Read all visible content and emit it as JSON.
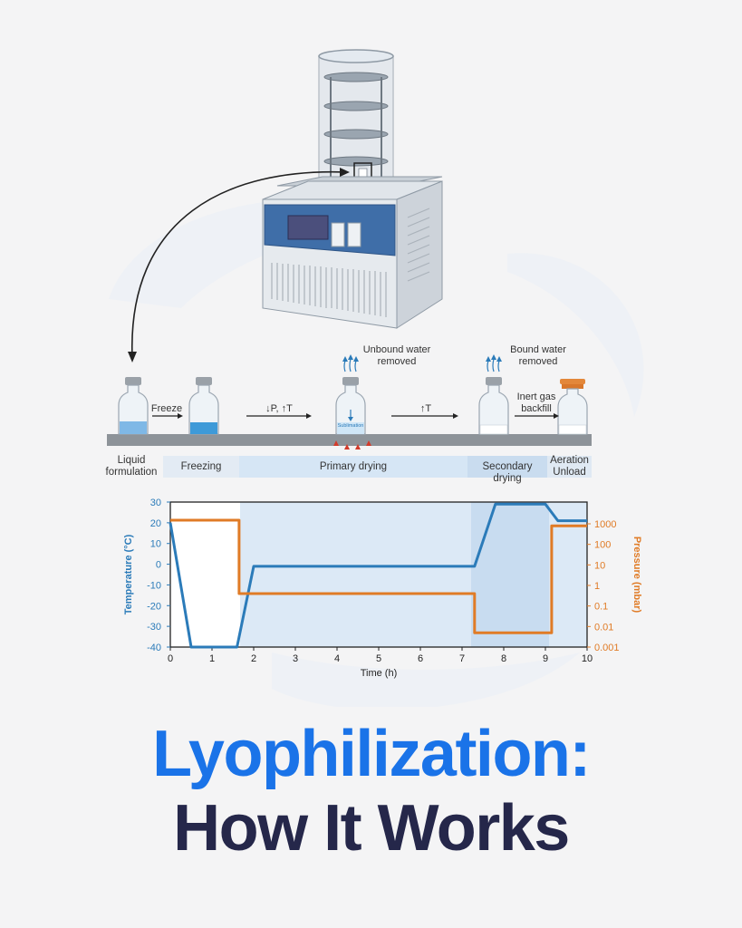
{
  "title": {
    "line1": "Lyophilization:",
    "line2": "How It Works"
  },
  "steps": {
    "freeze_arrow": "Freeze",
    "primary_arrow": "↓P, ↑T",
    "secondary_arrow": "↑T",
    "unbound_note": [
      "Unbound water",
      "removed"
    ],
    "bound_note": [
      "Bound water",
      "removed"
    ],
    "gas_note": [
      "Inert gas",
      "backfill"
    ],
    "sublimation": "Sublimation"
  },
  "phases": {
    "liquid": [
      "Liquid",
      "formulation"
    ],
    "freezing": "Freezing",
    "primary": "Primary drying",
    "secondary": "Secondary drying",
    "aeration": [
      "Aeration",
      "Unload"
    ]
  },
  "colors": {
    "temperature": "#2b7bb9",
    "pressure": "#e07b26",
    "band": "#dce9f6",
    "title_blue": "#1a73e8",
    "title_dark": "#25274a"
  },
  "chart_data": {
    "type": "line",
    "xlabel": "Time (h)",
    "ylabel_left": "Temperature (°C)",
    "ylabel_right": "Pressure (mbar)",
    "xlim": [
      0,
      10
    ],
    "ylim_left": [
      -40,
      30
    ],
    "x_ticks": [
      "0",
      "1",
      "2",
      "3",
      "4",
      "5",
      "6",
      "7",
      "8",
      "9",
      "10"
    ],
    "y_ticks_left": [
      "30",
      "20",
      "10",
      "0",
      "-10",
      "-20",
      "-30",
      "-40"
    ],
    "y_ticks_right": [
      "1000",
      "100",
      "10",
      "1",
      "0.1",
      "0.01",
      "0.001"
    ],
    "right_scale": "log",
    "series": [
      {
        "name": "Temperature (°C)",
        "axis": "left",
        "x": [
          0,
          0.5,
          1.6,
          2.0,
          7.3,
          7.8,
          9.0,
          9.3,
          10
        ],
        "y": [
          20,
          -40,
          -40,
          -1,
          -1,
          29,
          29,
          21,
          21
        ]
      },
      {
        "name": "Pressure (mbar)",
        "axis": "right",
        "x": [
          0,
          1.65,
          1.65,
          7.3,
          7.3,
          9.15,
          9.15,
          10
        ],
        "y": [
          1500,
          1500,
          0.4,
          0.4,
          0.005,
          0.005,
          800,
          800
        ]
      }
    ]
  }
}
